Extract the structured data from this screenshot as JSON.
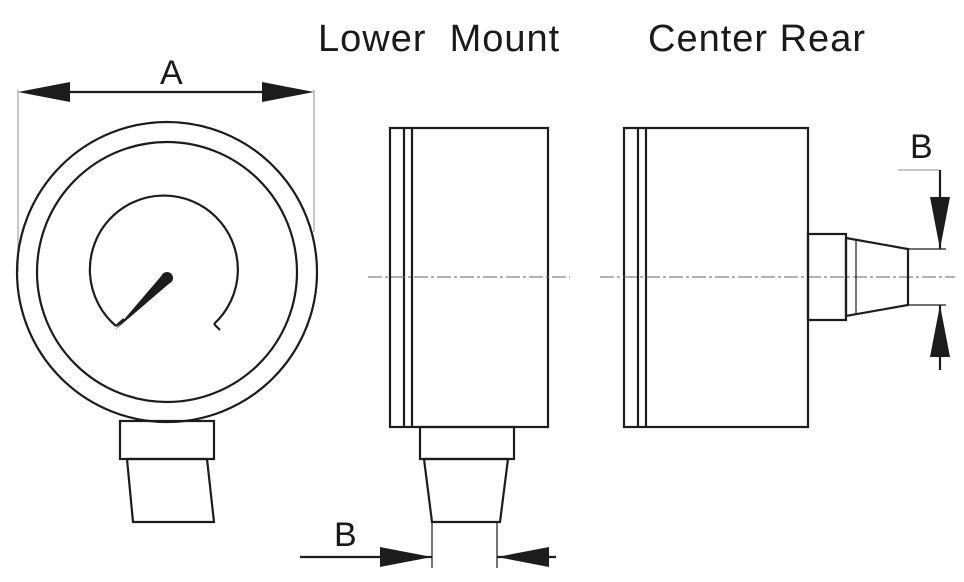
{
  "titles": {
    "lower_mount": "Lower  Mount",
    "center_rear": "Center Rear"
  },
  "dimensions": {
    "a_label": "A",
    "b_label_lower": "B",
    "b_label_rear": "B"
  }
}
